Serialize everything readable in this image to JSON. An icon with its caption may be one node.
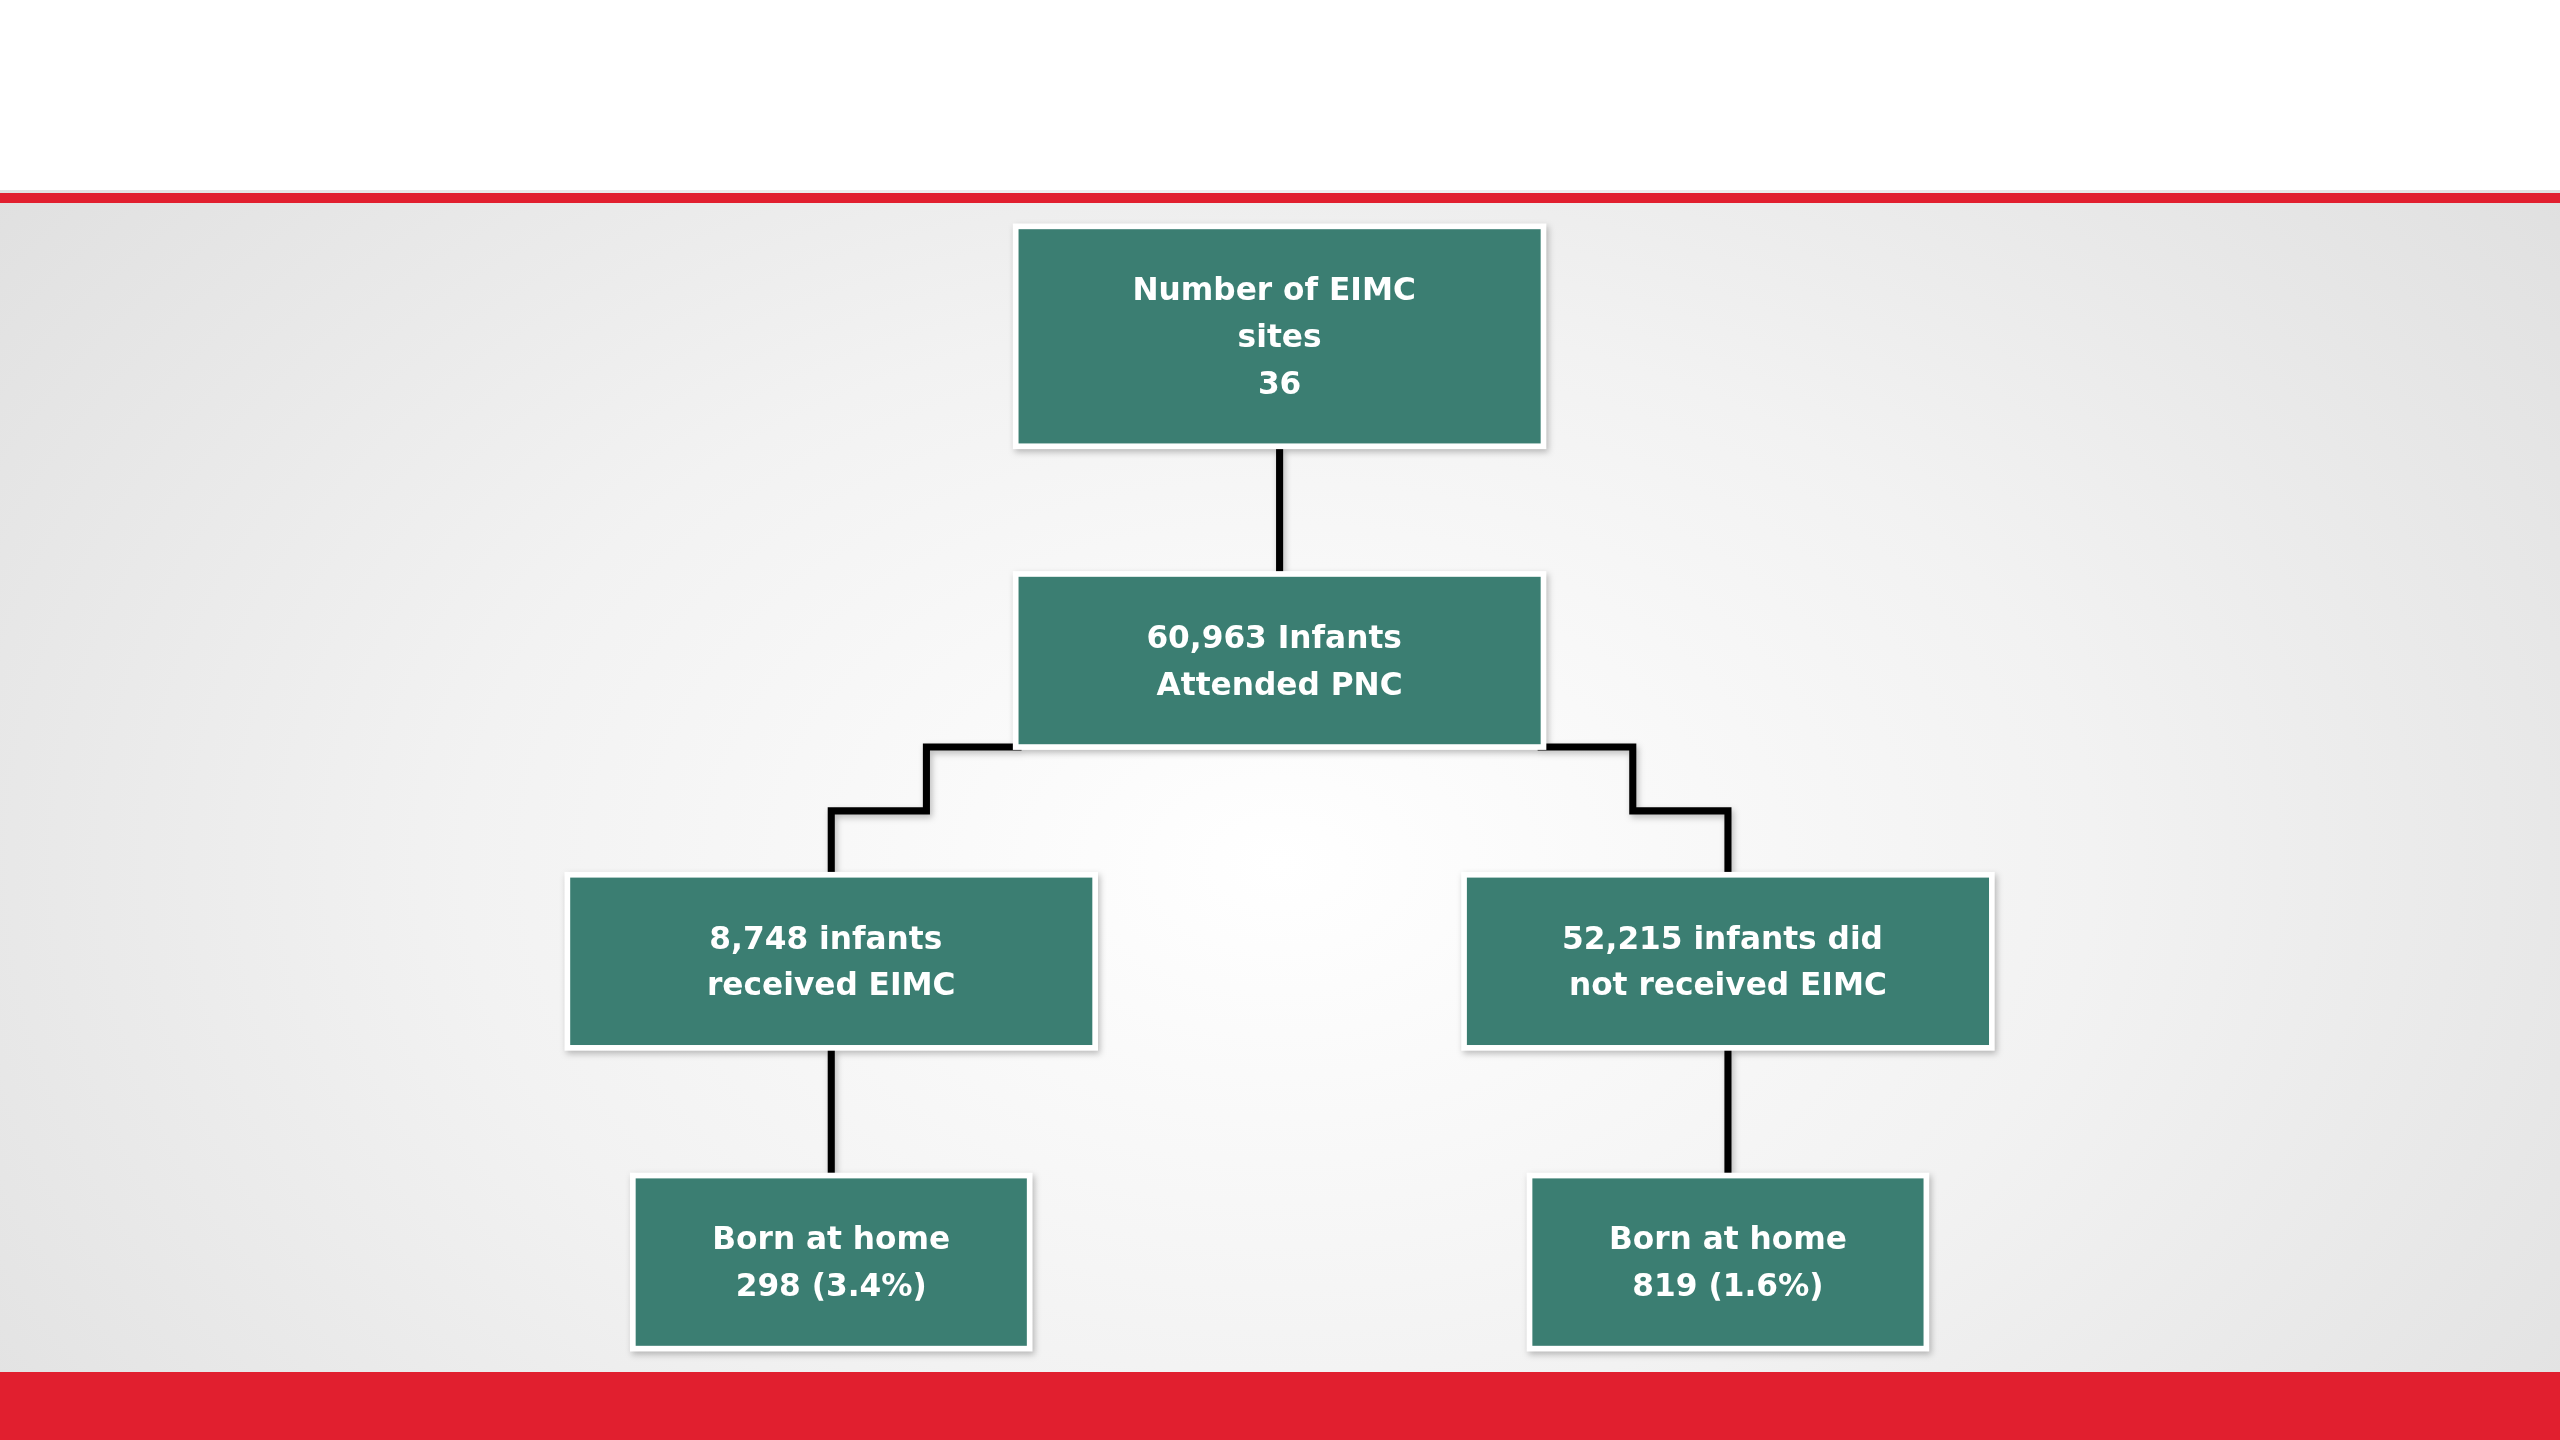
{
  "diagram": {
    "nodes": [
      {
        "text": [
          "Number of EIMC sites",
          "36"
        ]
      },
      {
        "text": [
          "60,963 Infants Attended PNC"
        ]
      },
      {
        "text": [
          "8,748 infants received EIMC"
        ]
      },
      {
        "text": [
          "52,215 infants did not received EIMC"
        ]
      },
      {
        "text": [
          "Born at home",
          "298 (3.4%)"
        ]
      },
      {
        "text": [
          "Born at home",
          "819 (1.6%)"
        ]
      }
    ],
    "edges": [
      {
        "from": 0,
        "to": 1,
        "arrow": "none"
      },
      {
        "from": 1,
        "to": 2,
        "arrow": "none"
      },
      {
        "from": 1,
        "to": 3,
        "arrow": "none"
      },
      {
        "from": 2,
        "to": 4,
        "arrow": "none"
      },
      {
        "from": 3,
        "to": 5,
        "arrow": "none"
      }
    ]
  }
}
